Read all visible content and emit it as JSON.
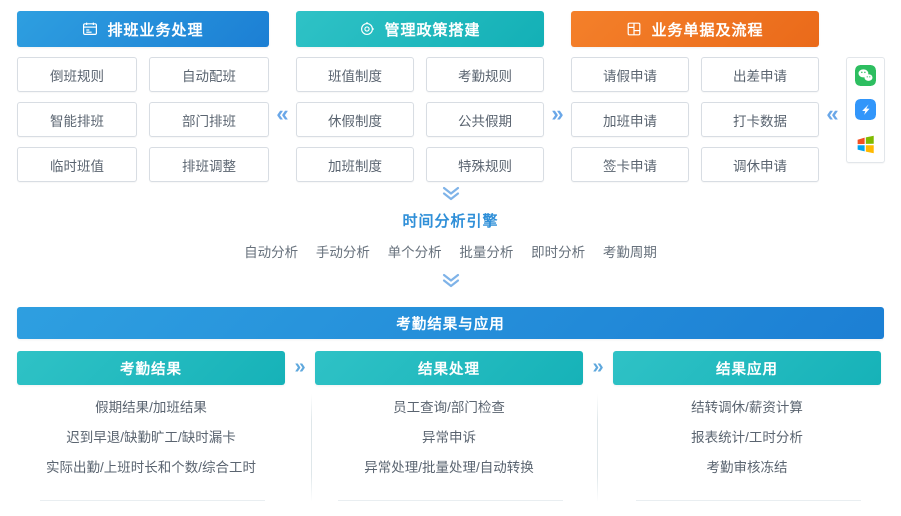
{
  "columns": [
    {
      "title": "排班业务处理",
      "icon": "calendar-icon",
      "color": "#1c7fd4",
      "tiles": [
        "倒班规则",
        "自动配班",
        "智能排班",
        "部门排班",
        "临时班值",
        "排班调整"
      ]
    },
    {
      "title": "管理政策搭建",
      "icon": "settings-gear-icon",
      "color": "#13b0b6",
      "tiles": [
        "班值制度",
        "考勤规则",
        "休假制度",
        "公共假期",
        "加班制度",
        "特殊规则"
      ]
    },
    {
      "title": "业务单据及流程",
      "icon": "document-form-icon",
      "color": "#ea6a1a",
      "tiles": [
        "请假申请",
        "出差申请",
        "加班申请",
        "打卡数据",
        "签卡申请",
        "调休申请"
      ]
    }
  ],
  "connectors": {
    "arrow_left": "«",
    "arrow_right": "»",
    "arrow_down": "»"
  },
  "app_icons": [
    {
      "name": "wechat-icon",
      "color": "#2dbe60"
    },
    {
      "name": "dingtalk-icon",
      "color": "#3296fa"
    },
    {
      "name": "windows-icon",
      "color": "#f25022"
    }
  ],
  "engine": {
    "title": "时间分析引擎",
    "items": [
      "自动分析",
      "手动分析",
      "单个分析",
      "批量分析",
      "即时分析",
      "考勤周期"
    ]
  },
  "result_banner": {
    "title": "考勤结果与应用",
    "color": "#1c7fd4"
  },
  "result_columns": [
    {
      "title": "考勤结果",
      "lines": [
        "假期结果/加班结果",
        "迟到早退/缺勤旷工/缺时漏卡",
        "实际出勤/上班时长和个数/综合工时"
      ]
    },
    {
      "title": "结果处理",
      "lines": [
        "员工查询/部门检查",
        "异常申诉",
        "异常处理/批量处理/自动转换"
      ]
    },
    {
      "title": "结果应用",
      "lines": [
        "结转调休/薪资计算",
        "报表统计/工时分析",
        "考勤审核冻结"
      ]
    }
  ]
}
